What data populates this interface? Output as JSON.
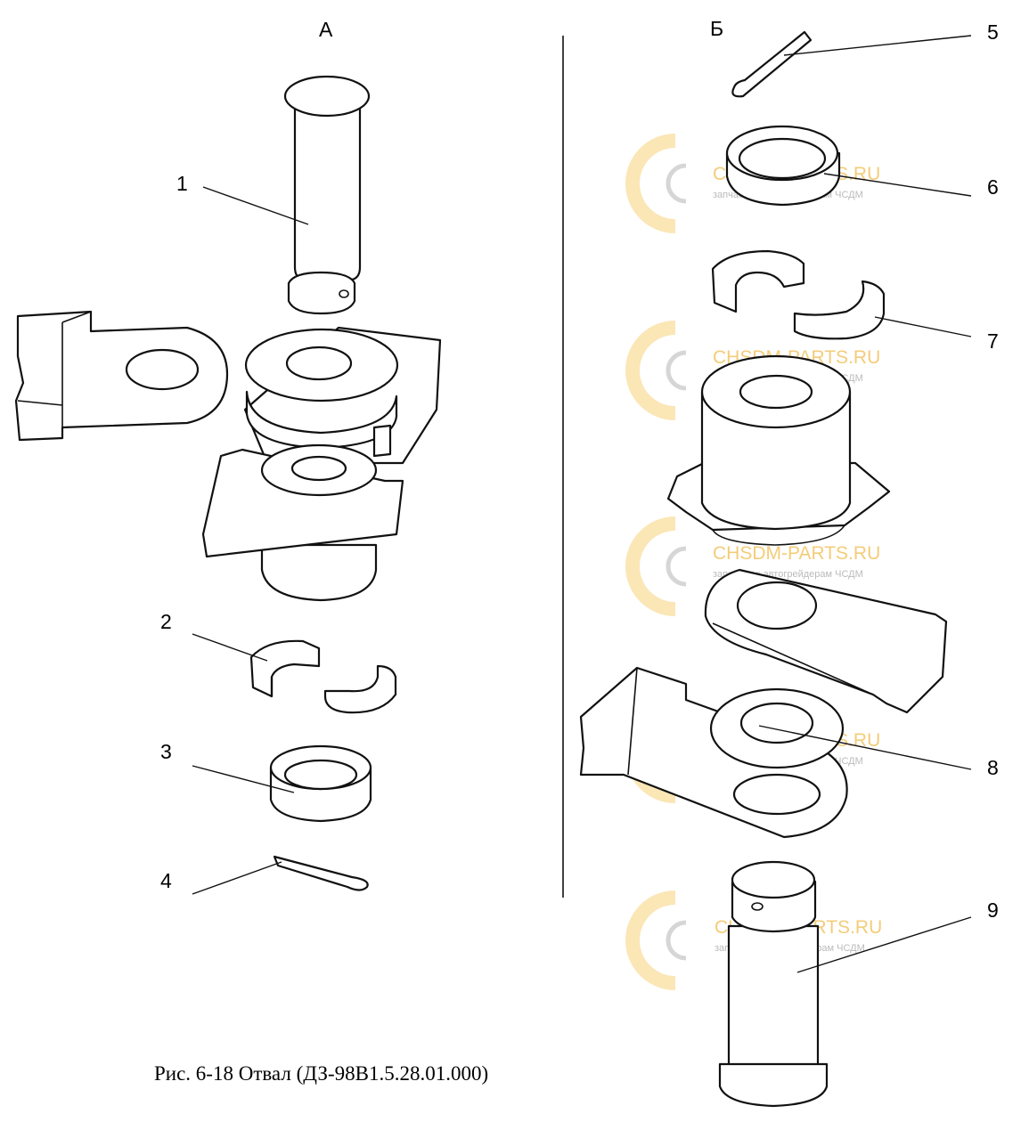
{
  "sections": {
    "left": "А",
    "right": "Б"
  },
  "callouts": [
    "1",
    "2",
    "3",
    "4",
    "5",
    "6",
    "7",
    "8",
    "9"
  ],
  "caption": "Рис. 6-18 Отвал (ДЗ-98В1.5.28.01.000)",
  "watermark": {
    "title": "CHSDM-PARTS.RU",
    "subtitle": "запчасти к автогрейдерам ЧСДМ",
    "color": "#f2c462"
  }
}
